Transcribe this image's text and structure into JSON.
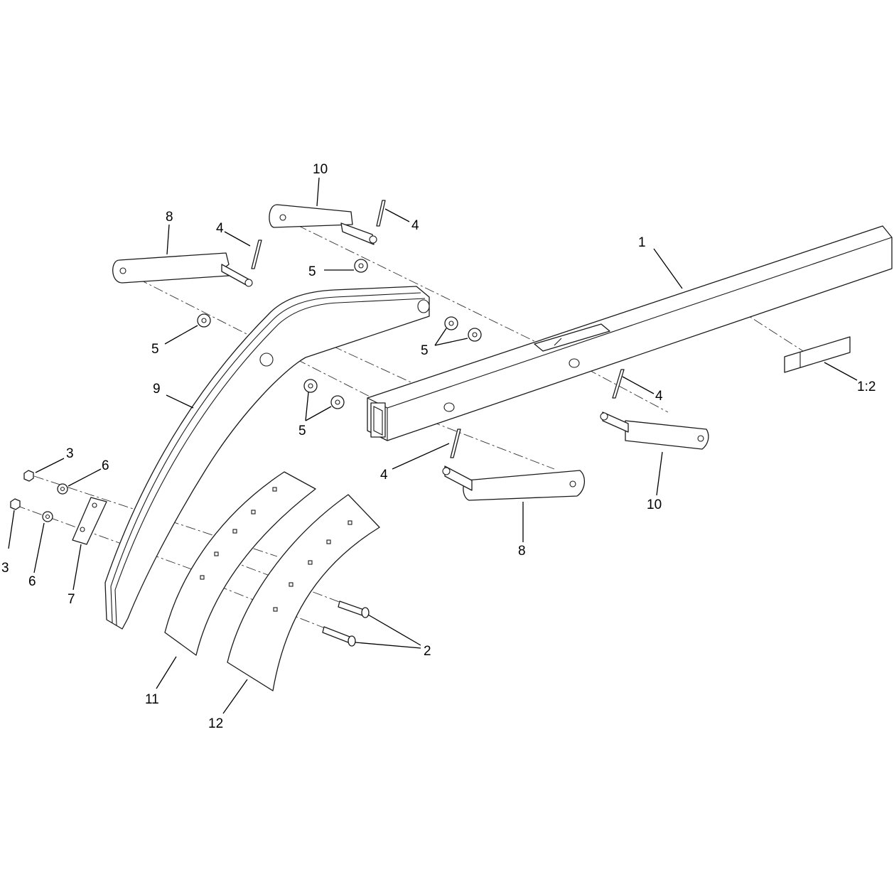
{
  "diagram": {
    "callouts": [
      {
        "id": "c1",
        "label": "1"
      },
      {
        "id": "c1-2",
        "label": "1:2"
      },
      {
        "id": "c2",
        "label": "2"
      },
      {
        "id": "c3a",
        "label": "3"
      },
      {
        "id": "c3b",
        "label": "3"
      },
      {
        "id": "c4a",
        "label": "4"
      },
      {
        "id": "c4b",
        "label": "4"
      },
      {
        "id": "c4c",
        "label": "4"
      },
      {
        "id": "c4d",
        "label": "4"
      },
      {
        "id": "c5a",
        "label": "5"
      },
      {
        "id": "c5b",
        "label": "5"
      },
      {
        "id": "c5c",
        "label": "5"
      },
      {
        "id": "c5d",
        "label": "5"
      },
      {
        "id": "c6a",
        "label": "6"
      },
      {
        "id": "c6b",
        "label": "6"
      },
      {
        "id": "c7",
        "label": "7"
      },
      {
        "id": "c8a",
        "label": "8"
      },
      {
        "id": "c8b",
        "label": "8"
      },
      {
        "id": "c9",
        "label": "9"
      },
      {
        "id": "c10a",
        "label": "10"
      },
      {
        "id": "c10b",
        "label": "10"
      },
      {
        "id": "c11",
        "label": "11"
      },
      {
        "id": "c12",
        "label": "12"
      }
    ]
  }
}
